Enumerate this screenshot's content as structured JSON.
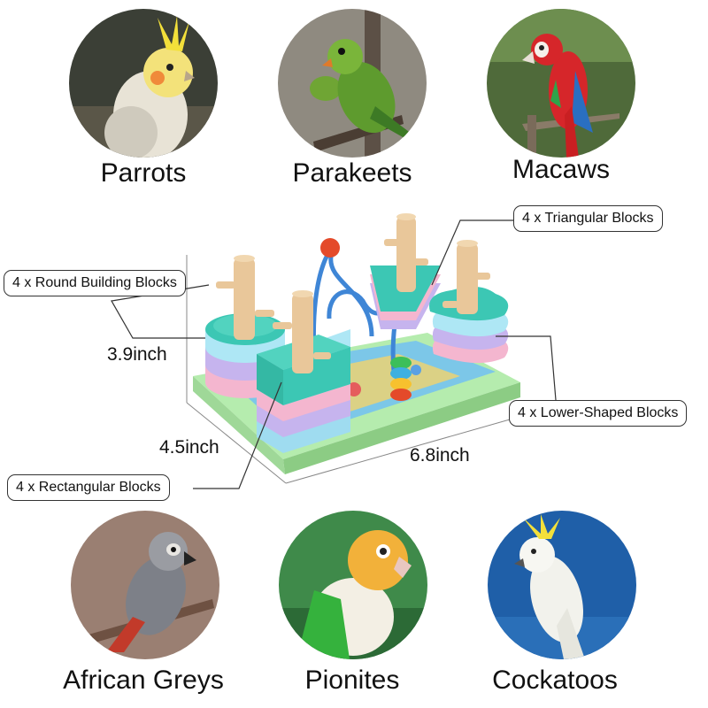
{
  "birds": [
    {
      "name": "Parrots",
      "icon": "cockatiel-photo"
    },
    {
      "name": "Parakeets",
      "icon": "parakeet-photo"
    },
    {
      "name": "Macaws",
      "icon": "macaw-photo"
    },
    {
      "name": "African Greys",
      "icon": "african-grey-photo"
    },
    {
      "name": "Pionites",
      "icon": "pionite-photo"
    },
    {
      "name": "Cockatoos",
      "icon": "cockatoo-photo"
    }
  ],
  "callouts": {
    "triangular": "4 x Triangular Blocks",
    "round": "4 x Round Building Blocks",
    "lower": "4 x Lower-Shaped Blocks",
    "rectangular": "4 x Rectangular Blocks"
  },
  "dimensions": {
    "height": "3.9inch",
    "depth": "4.5inch",
    "width": "6.8inch"
  },
  "colors": {
    "teal": "#3cc7b4",
    "pink": "#f4b6cf",
    "lilac": "#c6b4ee",
    "base_green": "#a9e6a1",
    "wood": "#e9c79a",
    "bead_red": "#e44a2a"
  }
}
